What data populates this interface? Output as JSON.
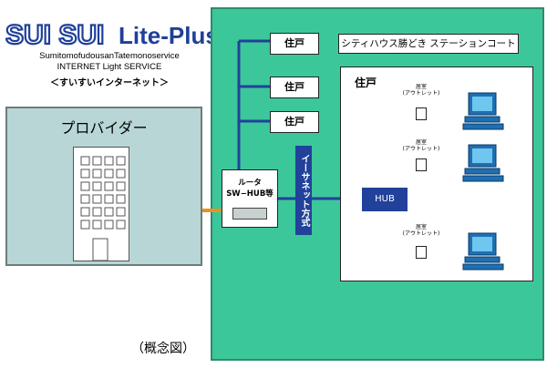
{
  "logo": {
    "wordmark_left": "SUI SUI",
    "wordmark_right": "Lite-Plus",
    "company": "SumitomofudousanTatemonoservice",
    "service": "INTERNET Light SERVICE",
    "nickname": "＜すいすいインターネット＞"
  },
  "provider": {
    "title": "プロバイダー"
  },
  "network": {
    "title": "シティハウス勝どき ステーションコート",
    "residences": [
      "住戸",
      "住戸",
      "住戸"
    ],
    "inner_residence": "住戸",
    "router_line1": "ルータ",
    "router_line2": "SW−HUB等",
    "ethernet": "イーサネット方式",
    "hub": "HUB",
    "rooms": [
      {
        "label1": "居室",
        "label2": "(アウトレット)"
      },
      {
        "label1": "居室",
        "label2": "(アウトレット)"
      },
      {
        "label1": "居室",
        "label2": "(アウトレット)"
      }
    ]
  },
  "caption": "（概念図）",
  "colors": {
    "accent_green": "#3cc79b",
    "line_blue": "#21419a",
    "provider_bg": "#b9d6d6",
    "link_orange": "#f0901a"
  }
}
